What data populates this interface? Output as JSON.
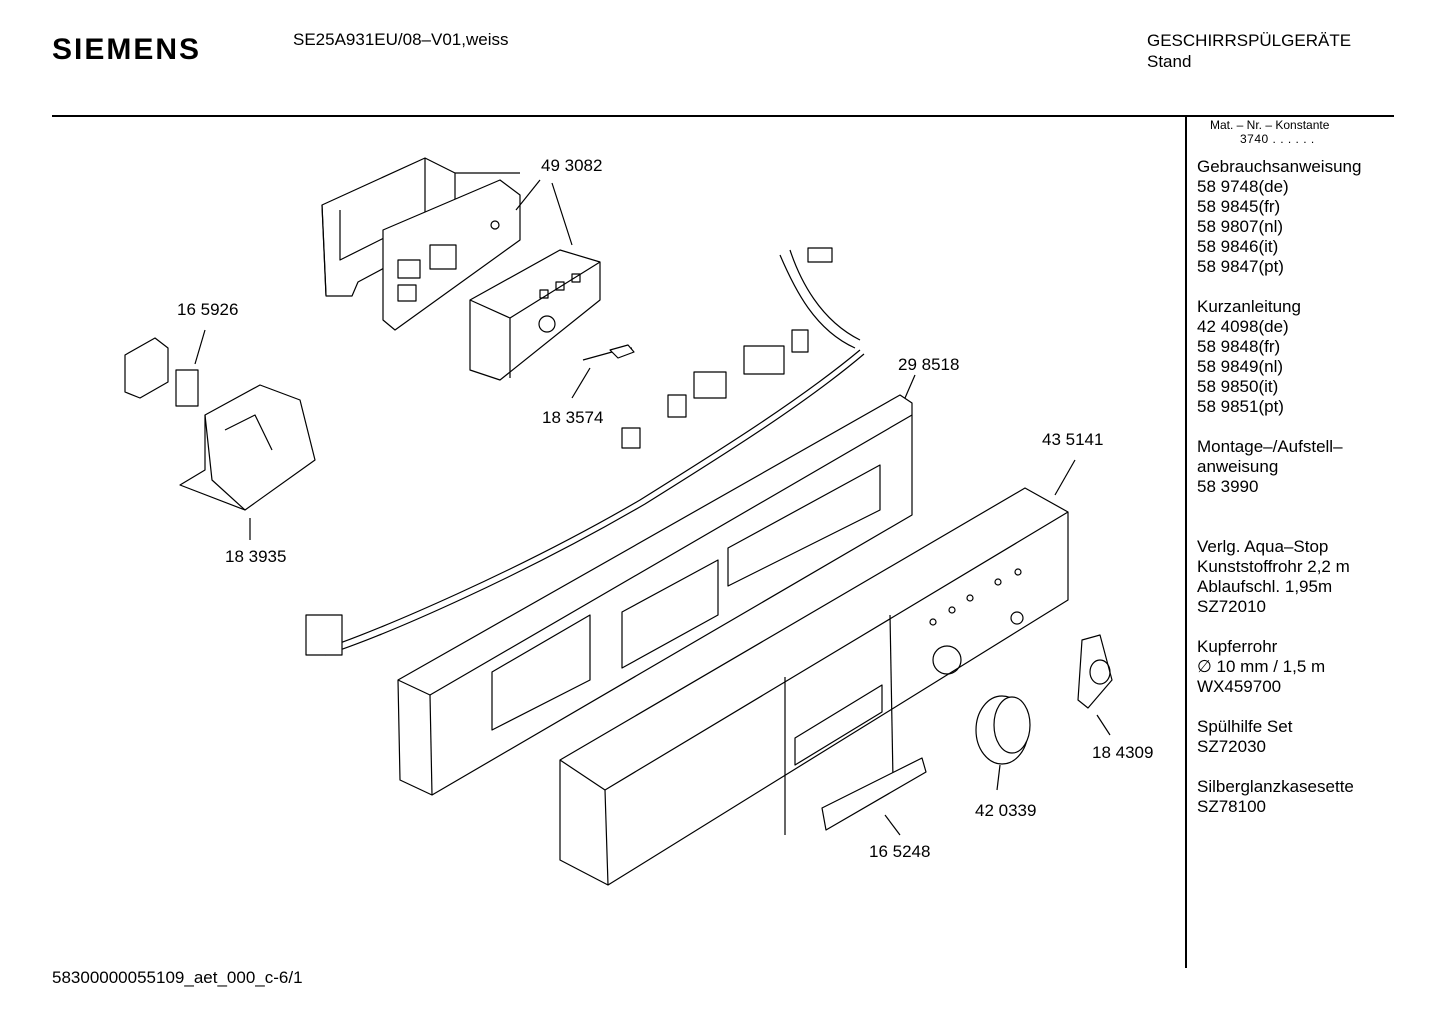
{
  "header": {
    "brand": "SIEMENS",
    "model": "SE25A931EU/08–V01,weiss",
    "category_line1": "GESCHIRRSPÜLGERÄTE",
    "category_line2": "Stand"
  },
  "footer": {
    "doc_id": "58300000055109_aet_000_c-6/1"
  },
  "side_panel": {
    "konstante_label": "Mat. – Nr. – Konstante",
    "konstante_value": "3740 . . . . . .",
    "groups": [
      {
        "title": "Gebrauchsanweisung",
        "items": [
          "58 9748(de)",
          "58 9845(fr)",
          "58 9807(nl)",
          "58 9846(it)",
          "58 9847(pt)"
        ]
      },
      {
        "title": "Kurzanleitung",
        "items": [
          "42 4098(de)",
          "58 9848(fr)",
          "58 9849(nl)",
          "58 9850(it)",
          "58 9851(pt)"
        ]
      },
      {
        "title": "Montage–/Aufstell–",
        "items": [
          "anweisung",
          "58 3990"
        ]
      },
      {
        "title": "Verlg. Aqua–Stop",
        "items": [
          "Kunststoffrohr 2,2 m",
          "Ablaufschl. 1,95m",
          "SZ72010"
        ]
      },
      {
        "title": "Kupferrohr",
        "items": [
          "∅ 10 mm / 1,5 m",
          "WX459700"
        ]
      },
      {
        "title": "Spülhilfe Set",
        "items": [
          "SZ72030"
        ]
      },
      {
        "title": "Silberglanzkasesette",
        "items": [
          "SZ78100"
        ]
      }
    ]
  },
  "callouts": {
    "part_493082": "49 3082",
    "part_165926": "16 5926",
    "part_183574": "18 3574",
    "part_298518": "29 8518",
    "part_183935": "18 3935",
    "part_435141": "43 5141",
    "part_184309": "18 4309",
    "part_420339": "42 0339",
    "part_165248": "16 5248"
  }
}
